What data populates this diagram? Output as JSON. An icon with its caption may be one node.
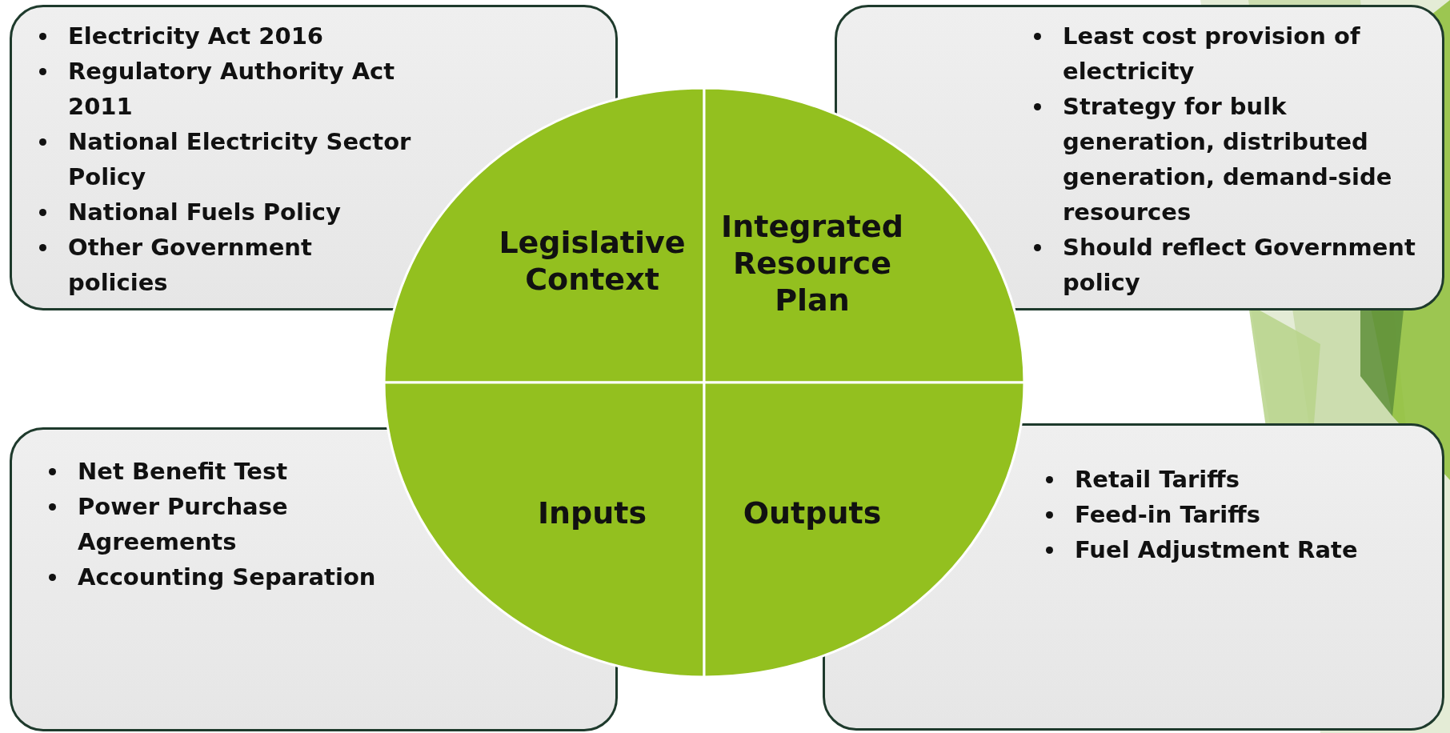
{
  "diagram": {
    "nodes": [
      {
        "text": [
          "Electricity Act 2016",
          "Regulatory Authority Act 2011",
          "National Electricity Sector Policy",
          "National Fuels Policy",
          "Other Government policies"
        ]
      },
      {
        "text": [
          "Least cost provision of electricity",
          "Strategy for bulk generation, distributed generation, demand-side resources",
          "Should reflect Government policy"
        ]
      },
      {
        "text": [
          "Net Benefit Test",
          "Power Purchase Agreements",
          "Accounting Separation"
        ]
      },
      {
        "text": [
          "Retail Tariffs",
          "Feed-in Tariffs",
          "Fuel Adjustment Rate"
        ]
      },
      {
        "text": [
          "Legislative Context"
        ]
      },
      {
        "text": [
          "Integrated Resource Plan"
        ]
      },
      {
        "text": [
          "Inputs"
        ]
      },
      {
        "text": [
          "Outputs"
        ]
      }
    ],
    "edges": []
  }
}
